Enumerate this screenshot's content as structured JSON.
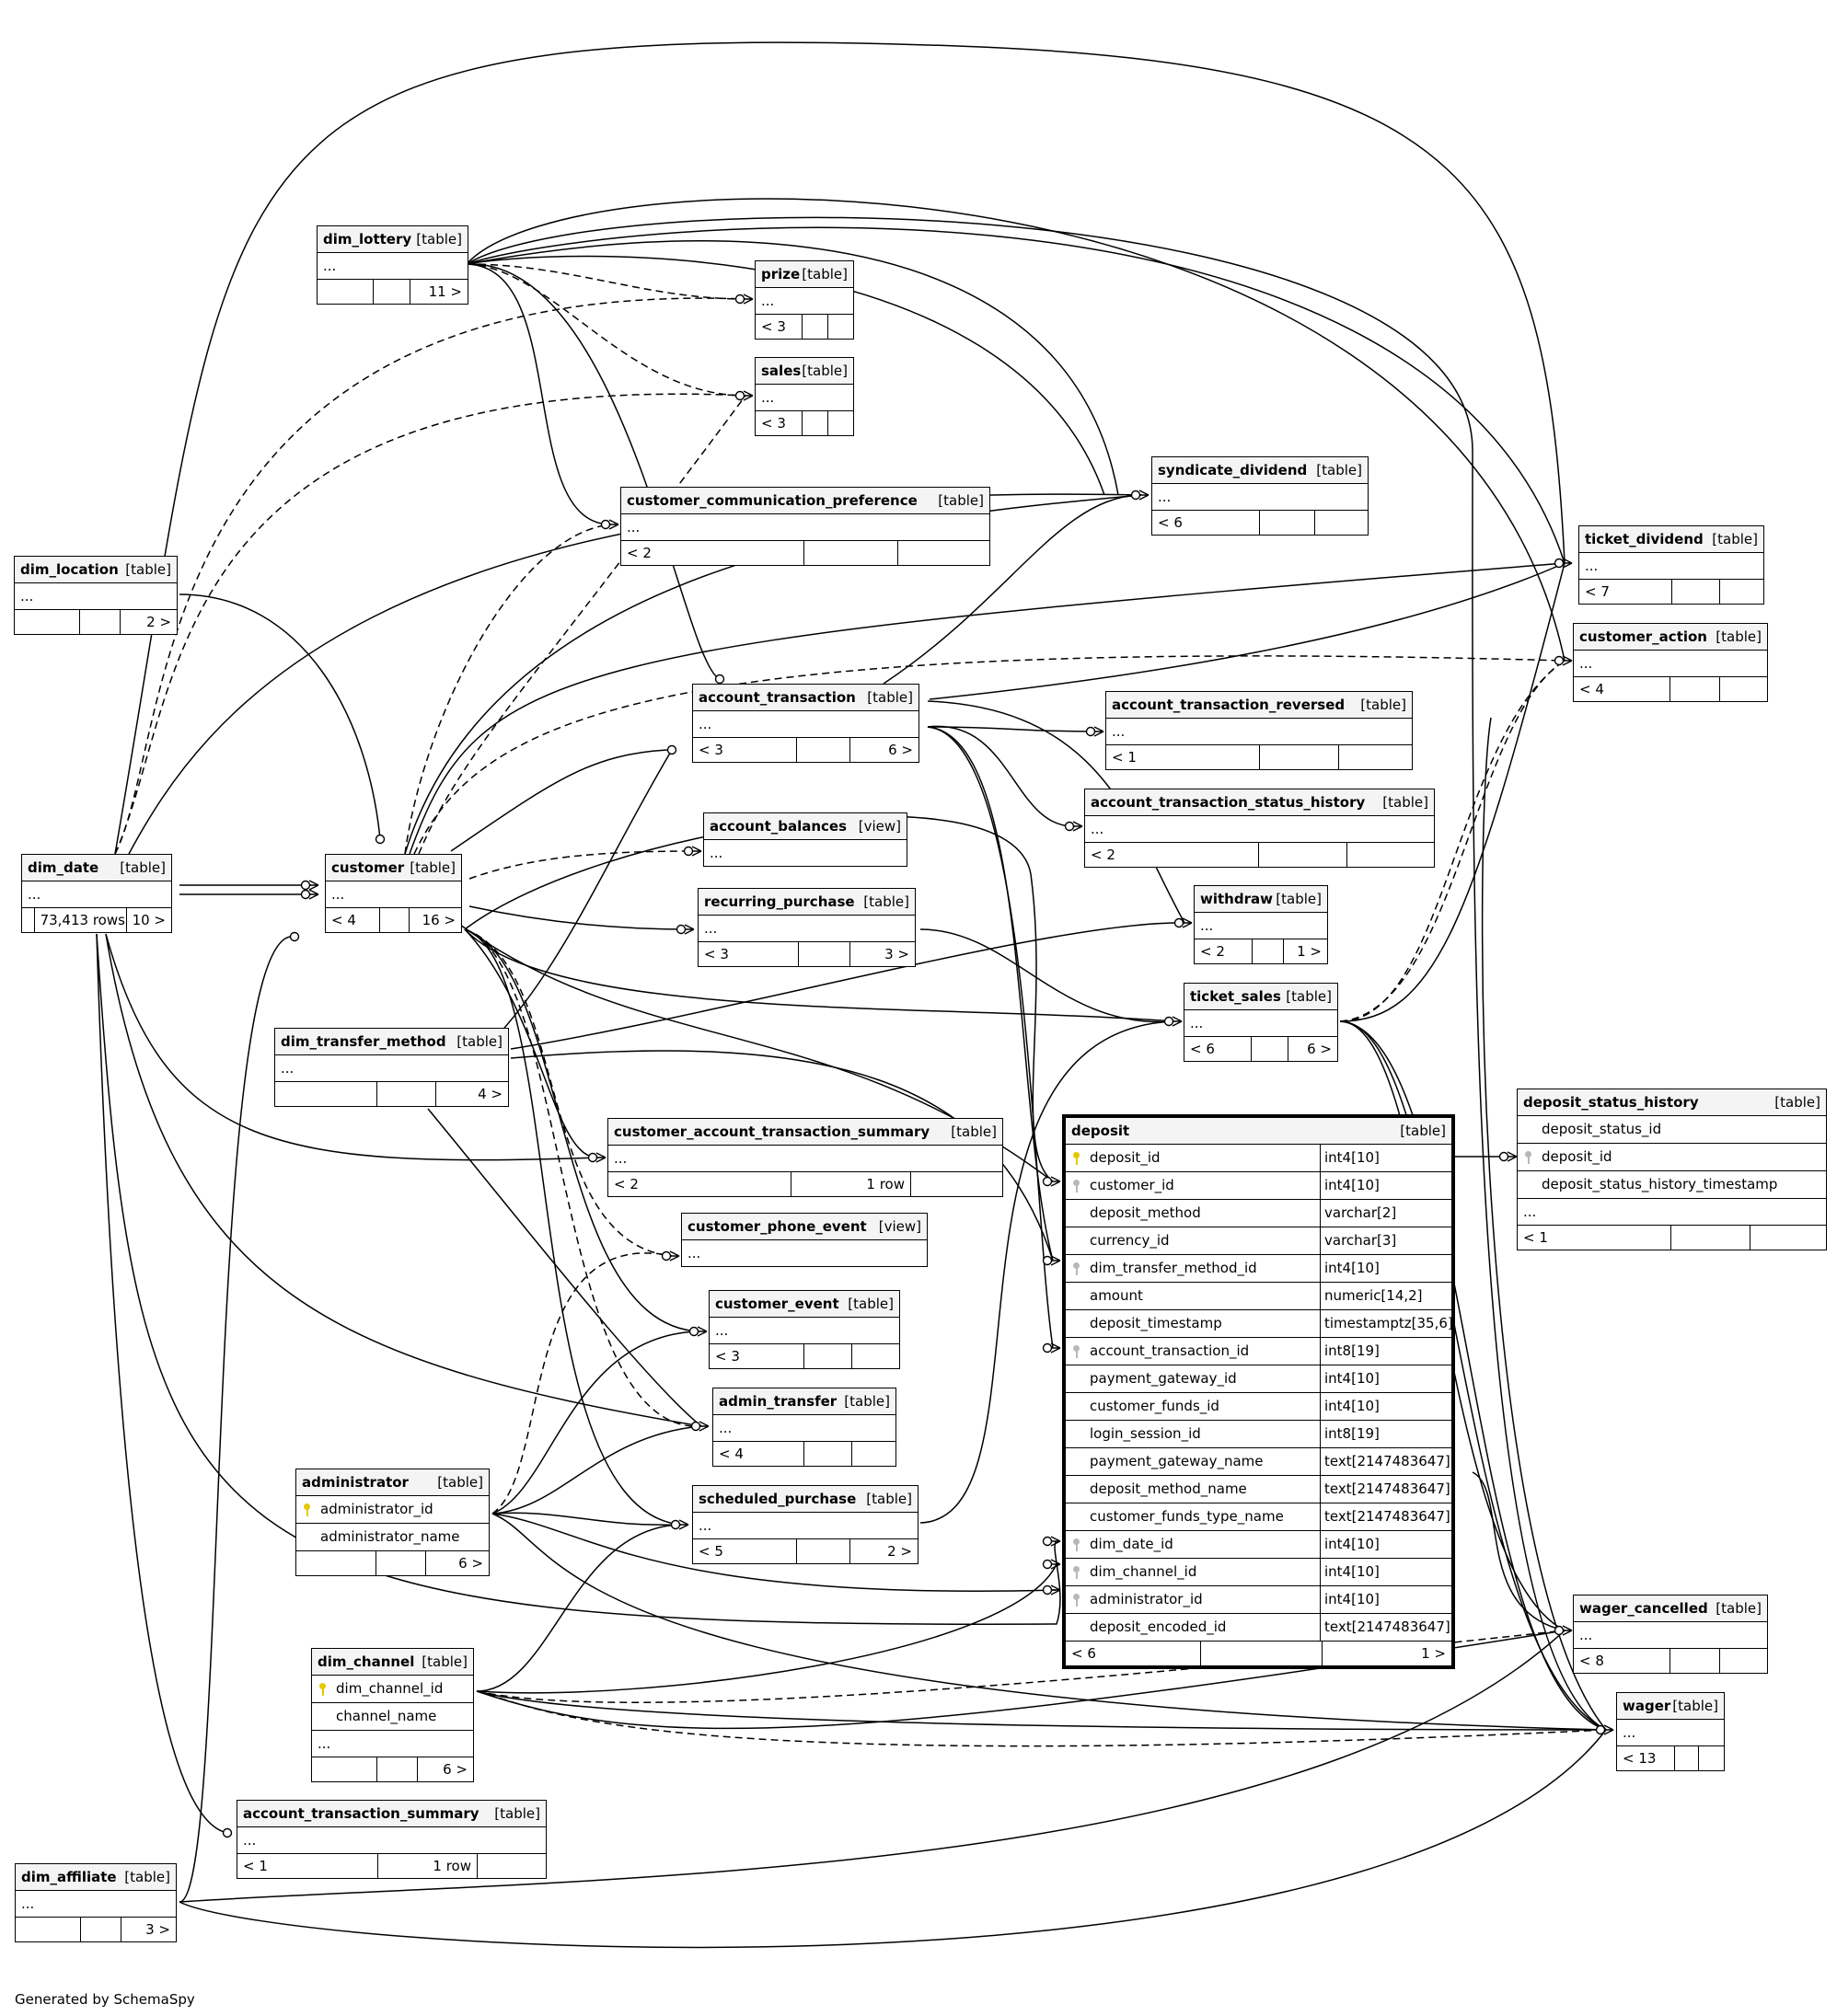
{
  "footer": "Generated by SchemaSpy",
  "tables": {
    "dim_lottery": {
      "name": "dim_lottery",
      "kind": "[table]",
      "ellipsis": "...",
      "parents": "",
      "rows": "",
      "children": "11 >"
    },
    "prize": {
      "name": "prize",
      "kind": "[table]",
      "ellipsis": "...",
      "parents": "< 3",
      "rows": "",
      "children": ""
    },
    "sales": {
      "name": "sales",
      "kind": "[table]",
      "ellipsis": "...",
      "parents": "< 3",
      "rows": "",
      "children": ""
    },
    "customer_communication_preference": {
      "name": "customer_communication_preference",
      "kind": "[table]",
      "ellipsis": "...",
      "parents": "< 2",
      "rows": "",
      "children": ""
    },
    "syndicate_dividend": {
      "name": "syndicate_dividend",
      "kind": "[table]",
      "ellipsis": "...",
      "parents": "< 6",
      "rows": "",
      "children": ""
    },
    "ticket_dividend": {
      "name": "ticket_dividend",
      "kind": "[table]",
      "ellipsis": "...",
      "parents": "< 7",
      "rows": "",
      "children": ""
    },
    "dim_location": {
      "name": "dim_location",
      "kind": "[table]",
      "ellipsis": "...",
      "parents": "",
      "rows": "",
      "children": "2 >"
    },
    "customer_action": {
      "name": "customer_action",
      "kind": "[table]",
      "ellipsis": "...",
      "parents": "< 4",
      "rows": "",
      "children": ""
    },
    "account_transaction": {
      "name": "account_transaction",
      "kind": "[table]",
      "ellipsis": "...",
      "parents": "< 3",
      "rows": "",
      "children": "6 >"
    },
    "account_transaction_reversed": {
      "name": "account_transaction_reversed",
      "kind": "[table]",
      "ellipsis": "...",
      "parents": "< 1",
      "rows": "",
      "children": ""
    },
    "account_transaction_status_history": {
      "name": "account_transaction_status_history",
      "kind": "[table]",
      "ellipsis": "...",
      "parents": "< 2",
      "rows": "",
      "children": ""
    },
    "account_balances": {
      "name": "account_balances",
      "kind": "[view]",
      "ellipsis": "..."
    },
    "dim_date": {
      "name": "dim_date",
      "kind": "[table]",
      "ellipsis": "...",
      "parents": "",
      "rows": "73,413 rows",
      "children": "10 >"
    },
    "customer": {
      "name": "customer",
      "kind": "[table]",
      "ellipsis": "...",
      "parents": "< 4",
      "rows": "",
      "children": "16 >"
    },
    "recurring_purchase": {
      "name": "recurring_purchase",
      "kind": "[table]",
      "ellipsis": "...",
      "parents": "< 3",
      "rows": "",
      "children": "3 >"
    },
    "withdraw": {
      "name": "withdraw",
      "kind": "[table]",
      "ellipsis": "...",
      "parents": "< 2",
      "rows": "",
      "children": "1 >"
    },
    "ticket_sales": {
      "name": "ticket_sales",
      "kind": "[table]",
      "ellipsis": "...",
      "parents": "< 6",
      "rows": "",
      "children": "6 >"
    },
    "dim_transfer_method": {
      "name": "dim_transfer_method",
      "kind": "[table]",
      "ellipsis": "...",
      "parents": "",
      "rows": "",
      "children": "4 >"
    },
    "customer_account_transaction_summary": {
      "name": "customer_account_transaction_summary",
      "kind": "[table]",
      "ellipsis": "...",
      "parents": "< 2",
      "rows": "1 row",
      "children": ""
    },
    "customer_phone_event": {
      "name": "customer_phone_event",
      "kind": "[view]",
      "ellipsis": "..."
    },
    "customer_event": {
      "name": "customer_event",
      "kind": "[table]",
      "ellipsis": "...",
      "parents": "< 3",
      "rows": "",
      "children": ""
    },
    "admin_transfer": {
      "name": "admin_transfer",
      "kind": "[table]",
      "ellipsis": "...",
      "parents": "< 4",
      "rows": "",
      "children": ""
    },
    "administrator": {
      "name": "administrator",
      "kind": "[table]",
      "columns": [
        "administrator_id",
        "administrator_name"
      ],
      "parents": "",
      "rows": "",
      "children": "6 >"
    },
    "scheduled_purchase": {
      "name": "scheduled_purchase",
      "kind": "[table]",
      "ellipsis": "...",
      "parents": "< 5",
      "rows": "",
      "children": "2 >"
    },
    "dim_channel": {
      "name": "dim_channel",
      "kind": "[table]",
      "columns": [
        "dim_channel_id",
        "channel_name"
      ],
      "ellipsis": "...",
      "parents": "",
      "rows": "",
      "children": "6 >"
    },
    "account_transaction_summary": {
      "name": "account_transaction_summary",
      "kind": "[table]",
      "ellipsis": "...",
      "parents": "< 1",
      "rows": "1 row",
      "children": ""
    },
    "dim_affiliate": {
      "name": "dim_affiliate",
      "kind": "[table]",
      "ellipsis": "...",
      "parents": "",
      "rows": "",
      "children": "3 >"
    },
    "deposit_status_history": {
      "name": "deposit_status_history",
      "kind": "[table]",
      "columns": [
        "deposit_status_id",
        "deposit_id",
        "deposit_status_history_timestamp"
      ],
      "ellipsis": "...",
      "parents": "< 1",
      "rows": "",
      "children": ""
    },
    "wager_cancelled": {
      "name": "wager_cancelled",
      "kind": "[table]",
      "ellipsis": "...",
      "parents": "< 8",
      "rows": "",
      "children": ""
    },
    "wager": {
      "name": "wager",
      "kind": "[table]",
      "ellipsis": "...",
      "parents": "< 13",
      "rows": "",
      "children": ""
    }
  },
  "deposit": {
    "name": "deposit",
    "kind": "[table]",
    "columns": [
      {
        "name": "deposit_id",
        "type": "int4[10]",
        "key": "pk"
      },
      {
        "name": "customer_id",
        "type": "int4[10]",
        "key": "fk"
      },
      {
        "name": "deposit_method",
        "type": "varchar[2]",
        "key": ""
      },
      {
        "name": "currency_id",
        "type": "varchar[3]",
        "key": ""
      },
      {
        "name": "dim_transfer_method_id",
        "type": "int4[10]",
        "key": "fk"
      },
      {
        "name": "amount",
        "type": "numeric[14,2]",
        "key": ""
      },
      {
        "name": "deposit_timestamp",
        "type": "timestamptz[35,6]",
        "key": ""
      },
      {
        "name": "account_transaction_id",
        "type": "int8[19]",
        "key": "fk"
      },
      {
        "name": "payment_gateway_id",
        "type": "int4[10]",
        "key": ""
      },
      {
        "name": "customer_funds_id",
        "type": "int4[10]",
        "key": ""
      },
      {
        "name": "login_session_id",
        "type": "int8[19]",
        "key": ""
      },
      {
        "name": "payment_gateway_name",
        "type": "text[2147483647]",
        "key": ""
      },
      {
        "name": "deposit_method_name",
        "type": "text[2147483647]",
        "key": ""
      },
      {
        "name": "customer_funds_type_name",
        "type": "text[2147483647]",
        "key": ""
      },
      {
        "name": "dim_date_id",
        "type": "int4[10]",
        "key": "fk"
      },
      {
        "name": "dim_channel_id",
        "type": "int4[10]",
        "key": "fk"
      },
      {
        "name": "administrator_id",
        "type": "int4[10]",
        "key": "fk"
      },
      {
        "name": "deposit_encoded_id",
        "type": "text[2147483647]",
        "key": ""
      }
    ],
    "parents": "< 6",
    "rows": "",
    "children": "1 >"
  }
}
